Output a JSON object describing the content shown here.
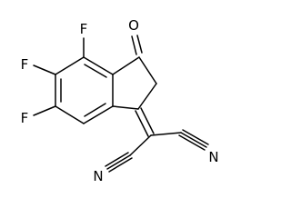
{
  "structure": {
    "atom_labels": {
      "fluorine_1": "F",
      "fluorine_2": "F",
      "fluorine_3": "F",
      "ketone_oxygen": "O",
      "nitrile_nitrogen_1": "N",
      "nitrile_nitrogen_2": "N"
    }
  }
}
